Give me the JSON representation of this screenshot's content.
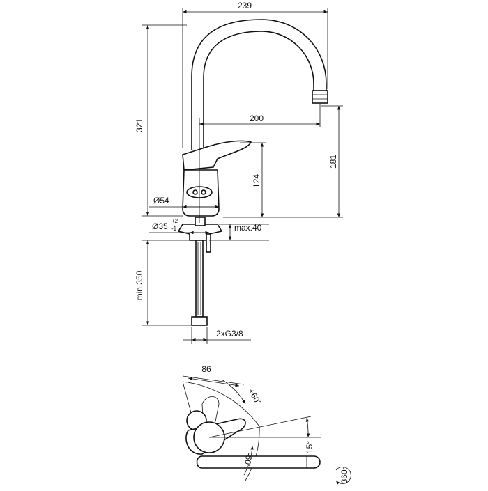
{
  "dimensions": {
    "overall_width": "239",
    "spout_reach": "200",
    "overall_height": "321",
    "spout_height": "181",
    "lever_height": "124",
    "body_diameter": "Ø54",
    "hole_diameter": "Ø35",
    "hole_tolerance_upper": "+2",
    "hole_tolerance_lower": "-1",
    "max_thickness": "max.40",
    "min_hose_length": "min.350",
    "connection": "2xG3/8",
    "lever_length": "86",
    "lever_angle_plus": "+60°",
    "lever_angle_minus": "-60°",
    "lever_tilt": "15°",
    "spout_rotation": "360°"
  }
}
